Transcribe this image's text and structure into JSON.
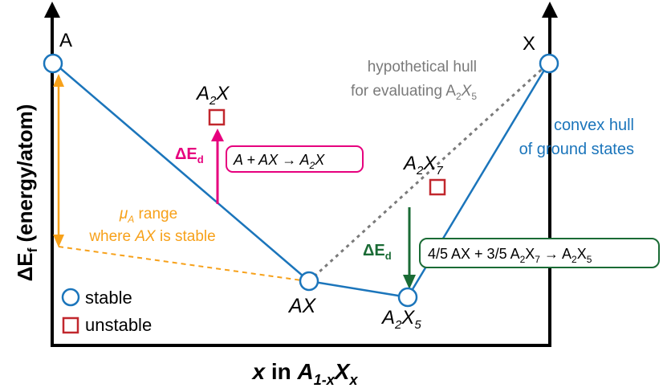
{
  "axes": {
    "y_label": "ΔE",
    "y_label_sub": "f",
    "y_label_unit": " (energy/atom)",
    "x_label_pre": "x",
    "x_label_in": " in ",
    "x_label_A": "A",
    "x_label_A_sub": "1-x",
    "x_label_X": "X",
    "x_label_X_sub": "x"
  },
  "points": {
    "A": "A",
    "X": "X",
    "AX": "AX",
    "A2X5_base": "A",
    "A2X5_sub1": "2",
    "A2X5_mid": "X",
    "A2X5_sub2": "5",
    "A2X_base": "A",
    "A2X_sub": "2",
    "A2X_mid": "X",
    "A2X7_base": "A",
    "A2X7_sub1": "2",
    "A2X7_mid": "X",
    "A2X7_sub2": "7"
  },
  "annotations": {
    "hypo_line1": "hypothetical hull",
    "hypo_line2": "for evaluating A",
    "hypo_sub1": "2",
    "hypo_mid": "X",
    "hypo_sub2": "5",
    "convex_line1": "convex hull",
    "convex_line2": "of ground states",
    "mu_symbol": "μ",
    "mu_sub": "A",
    "mu_line1_rest": " range",
    "mu_line2_pre": "where ",
    "mu_line2_em": "AX",
    "mu_line2_post": " is stable",
    "dEd_pink": "ΔE",
    "dEd_pink_sub": "d",
    "dEd_green": "ΔE",
    "dEd_green_sub": "d",
    "reaction_pink_pre": "A + AX → A",
    "reaction_pink_sub": "2",
    "reaction_pink_post": "X",
    "reaction_green_a": "4/5 AX + 3/5 A",
    "reaction_green_sub1": "2",
    "reaction_green_b": "X",
    "reaction_green_sub2": "7",
    "reaction_green_c": " → A",
    "reaction_green_sub3": "2",
    "reaction_green_d": "X",
    "reaction_green_sub4": "5"
  },
  "legend": {
    "stable": "stable",
    "unstable": "unstable"
  },
  "colors": {
    "hull": "#1b75bb",
    "unstable": "#c1272d",
    "pink": "#e6007e",
    "green": "#1a6b35",
    "orange": "#f7a11a",
    "gray": "#7a7a7a"
  }
}
